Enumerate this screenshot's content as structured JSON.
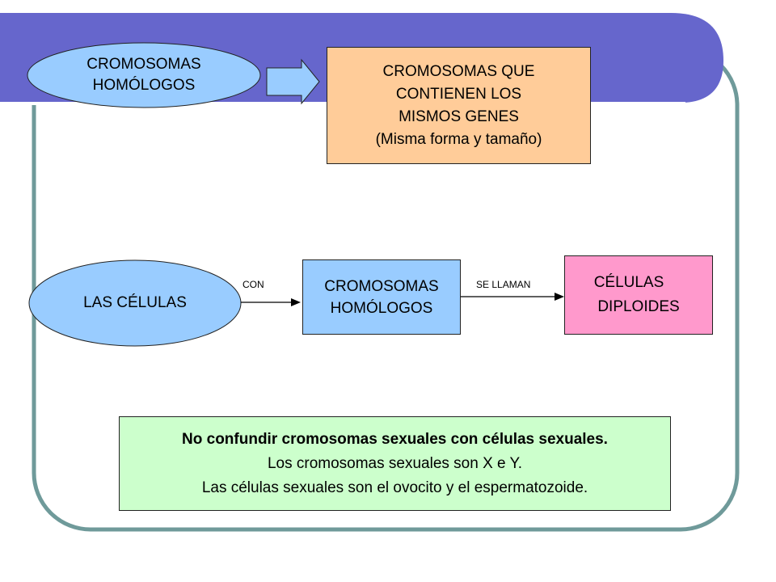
{
  "colors": {
    "header_band": "#6666cc",
    "frame_border": "#6f9a9a",
    "oval_fill": "#99ccff",
    "orange_box": "#ffcc99",
    "blue_box": "#99ccff",
    "pink_box": "#ff99cc",
    "green_box": "#ccffcc"
  },
  "top_oval": {
    "line1": "CROMOSOMAS",
    "line2": "HOMÓLOGOS"
  },
  "definition_box": {
    "line1": "CROMOSOMAS QUE",
    "line2": "CONTIENEN LOS",
    "line3": "MISMOS GENES",
    "line4": "(Misma forma y tamaño)"
  },
  "cells_oval": {
    "label": "LAS CÉLULAS"
  },
  "connector_con": "CON",
  "homologous_box": {
    "line1": "CROMOSOMAS",
    "line2": "HOMÓLOGOS"
  },
  "connector_se_llaman": "SE LLAMAN",
  "diploid_box": {
    "line1": "CÉLULAS",
    "line2": "DIPLOIDES"
  },
  "note_box": {
    "line1": "No confundir cromosomas sexuales con células sexuales.",
    "line2": "Los cromosomas sexuales son X e Y.",
    "line3": "Las células sexuales son el ovocito y el espermatozoide."
  }
}
